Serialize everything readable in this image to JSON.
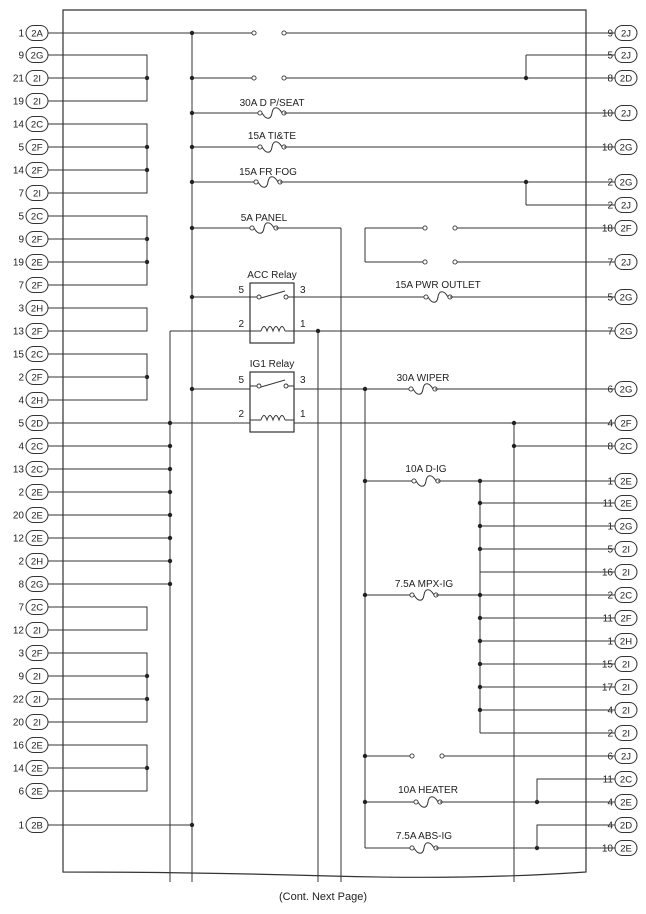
{
  "left_pins": [
    {
      "num": "1",
      "conn": "2A"
    },
    {
      "num": "9",
      "conn": "2G"
    },
    {
      "num": "21",
      "conn": "2I"
    },
    {
      "num": "19",
      "conn": "2I"
    },
    {
      "num": "14",
      "conn": "2C"
    },
    {
      "num": "5",
      "conn": "2F"
    },
    {
      "num": "14",
      "conn": "2F"
    },
    {
      "num": "7",
      "conn": "2I"
    },
    {
      "num": "5",
      "conn": "2C"
    },
    {
      "num": "9",
      "conn": "2F"
    },
    {
      "num": "19",
      "conn": "2E"
    },
    {
      "num": "7",
      "conn": "2F"
    },
    {
      "num": "3",
      "conn": "2H"
    },
    {
      "num": "13",
      "conn": "2F"
    },
    {
      "num": "15",
      "conn": "2C"
    },
    {
      "num": "2",
      "conn": "2F"
    },
    {
      "num": "4",
      "conn": "2H"
    },
    {
      "num": "5",
      "conn": "2D"
    },
    {
      "num": "4",
      "conn": "2C"
    },
    {
      "num": "13",
      "conn": "2C"
    },
    {
      "num": "2",
      "conn": "2E"
    },
    {
      "num": "20",
      "conn": "2E"
    },
    {
      "num": "12",
      "conn": "2E"
    },
    {
      "num": "2",
      "conn": "2H"
    },
    {
      "num": "8",
      "conn": "2G"
    },
    {
      "num": "7",
      "conn": "2C"
    },
    {
      "num": "12",
      "conn": "2I"
    },
    {
      "num": "3",
      "conn": "2F"
    },
    {
      "num": "9",
      "conn": "2I"
    },
    {
      "num": "22",
      "conn": "2I"
    },
    {
      "num": "20",
      "conn": "2I"
    },
    {
      "num": "16",
      "conn": "2E"
    },
    {
      "num": "14",
      "conn": "2E"
    },
    {
      "num": "6",
      "conn": "2E"
    },
    {
      "num": "1",
      "conn": "2B"
    }
  ],
  "right_pins": [
    {
      "num": "9",
      "conn": "2J"
    },
    {
      "num": "5",
      "conn": "2J"
    },
    {
      "num": "8",
      "conn": "2D"
    },
    {
      "num": "10",
      "conn": "2J"
    },
    {
      "num": "10",
      "conn": "2G"
    },
    {
      "num": "2",
      "conn": "2G"
    },
    {
      "num": "2",
      "conn": "2J"
    },
    {
      "num": "18",
      "conn": "2F"
    },
    {
      "num": "7",
      "conn": "2J"
    },
    {
      "num": "5",
      "conn": "2G"
    },
    {
      "num": "7",
      "conn": "2G"
    },
    {
      "num": "6",
      "conn": "2G"
    },
    {
      "num": "4",
      "conn": "2F"
    },
    {
      "num": "8",
      "conn": "2C"
    },
    {
      "num": "1",
      "conn": "2E"
    },
    {
      "num": "11",
      "conn": "2E"
    },
    {
      "num": "1",
      "conn": "2G"
    },
    {
      "num": "5",
      "conn": "2I"
    },
    {
      "num": "16",
      "conn": "2I"
    },
    {
      "num": "2",
      "conn": "2C"
    },
    {
      "num": "11",
      "conn": "2F"
    },
    {
      "num": "1",
      "conn": "2H"
    },
    {
      "num": "15",
      "conn": "2I"
    },
    {
      "num": "17",
      "conn": "2I"
    },
    {
      "num": "4",
      "conn": "2I"
    },
    {
      "num": "2",
      "conn": "2I"
    },
    {
      "num": "6",
      "conn": "2J"
    },
    {
      "num": "11",
      "conn": "2C"
    },
    {
      "num": "4",
      "conn": "2E"
    },
    {
      "num": "4",
      "conn": "2D"
    },
    {
      "num": "10",
      "conn": "2E"
    }
  ],
  "fuses": [
    {
      "label": "30A D P/SEAT"
    },
    {
      "label": "15A TI&TE"
    },
    {
      "label": "15A FR FOG"
    },
    {
      "label": "5A PANEL"
    },
    {
      "label": "15A PWR OUTLET"
    },
    {
      "label": "30A WIPER"
    },
    {
      "label": "10A D-IG"
    },
    {
      "label": "7.5A MPX-IG"
    },
    {
      "label": "10A HEATER"
    },
    {
      "label": "7.5A ABS-IG"
    }
  ],
  "relays": [
    {
      "title": "ACC Relay",
      "pin_5": "5",
      "pin_3": "3",
      "pin_2": "2",
      "pin_1": "1"
    },
    {
      "title": "IG1 Relay",
      "pin_5": "5",
      "pin_3": "3",
      "pin_2": "2",
      "pin_1": "1"
    }
  ],
  "footer": "(Cont. Next Page)"
}
